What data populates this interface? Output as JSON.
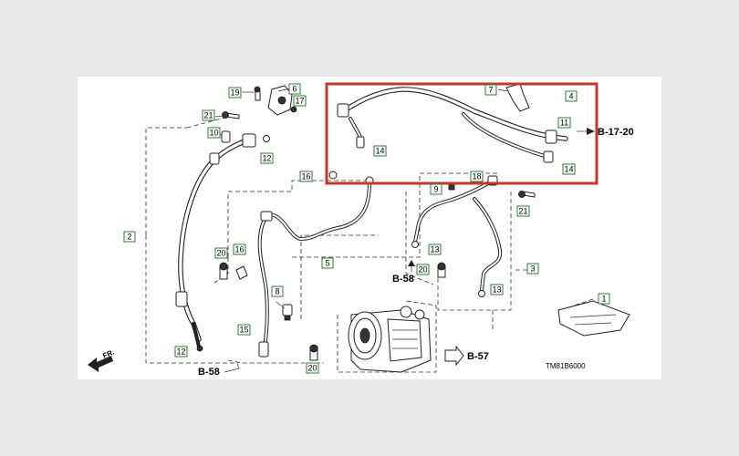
{
  "callouts": [
    "19",
    "6",
    "17",
    "21",
    "10",
    "12",
    "7",
    "4",
    "11",
    "14",
    "14",
    "16",
    "18",
    "9",
    "21",
    "2",
    "20",
    "16",
    "13",
    "B-58",
    "20",
    "13",
    "3",
    "5",
    "8",
    "15",
    "12",
    "20",
    "1"
  ],
  "refs": {
    "b1720": "B-17-20",
    "b58_mid": "B-58",
    "b58_bottom": "B-58",
    "b57": "B-57"
  },
  "front_arrow": "FR.",
  "diagram_code": "TM81B6000",
  "colors": {
    "highlight": "#c0392b",
    "callout_border": "#2e7d32",
    "background": "#e9e9e9",
    "sheet": "#ffffff"
  }
}
